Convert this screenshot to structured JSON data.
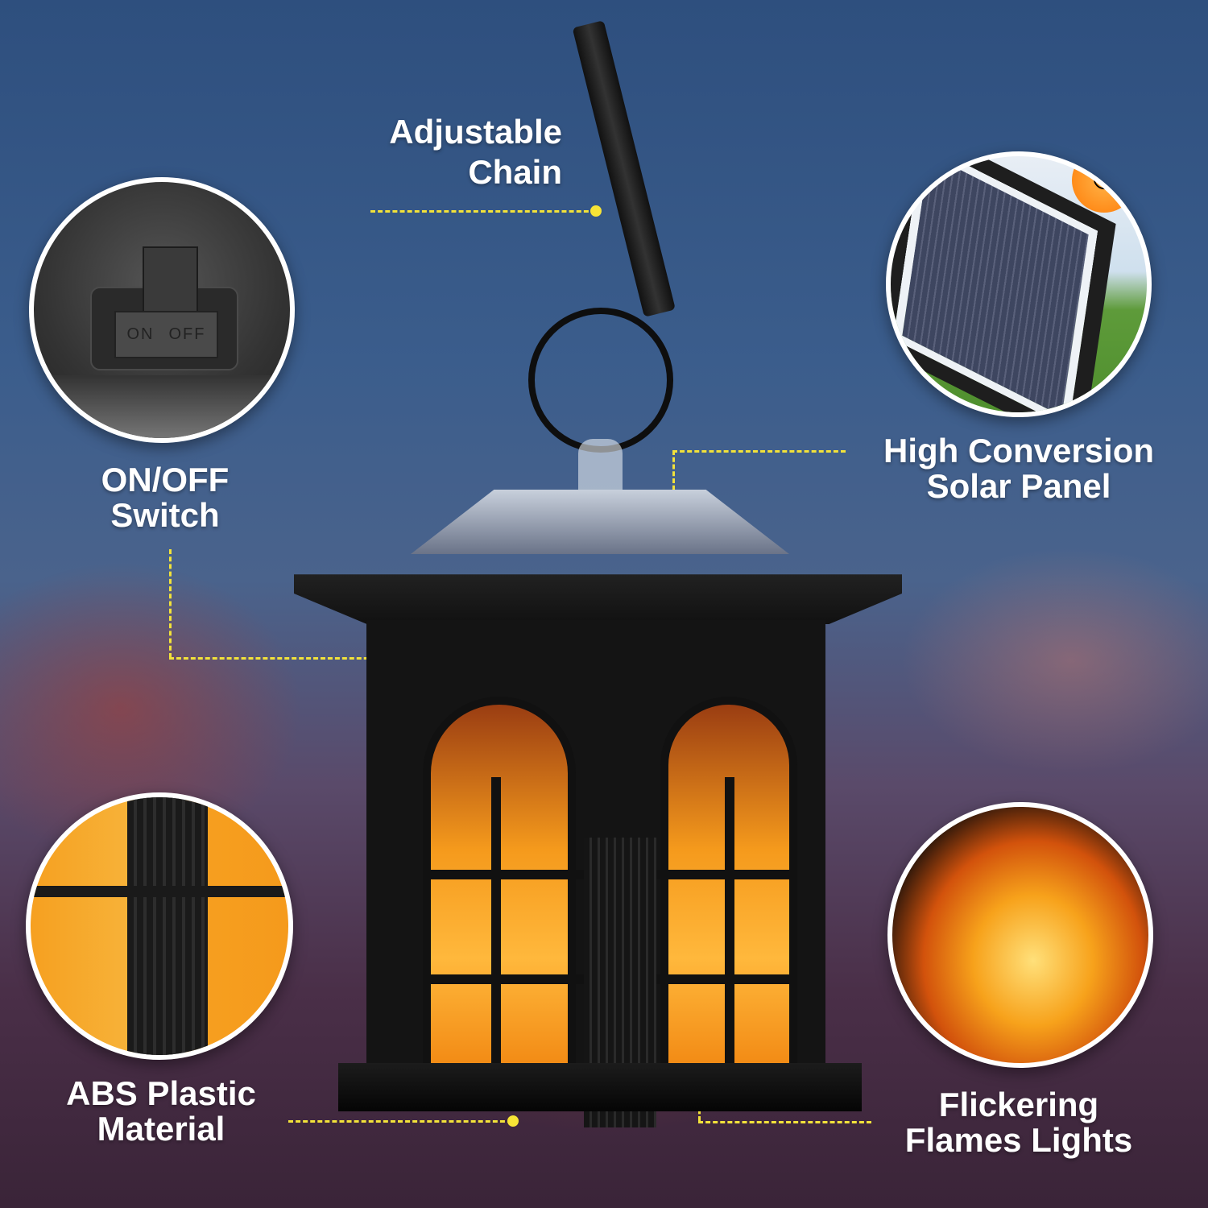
{
  "callouts": [
    {
      "id": "adjustable-chain",
      "line1": "Adjustable",
      "line2": "Chain"
    },
    {
      "id": "on-off-switch",
      "line1": "ON/OFF",
      "line2": "Switch"
    },
    {
      "id": "solar-panel",
      "line1": "High Conversion",
      "line2": "Solar Panel"
    },
    {
      "id": "abs-plastic",
      "line1": "ABS Plastic",
      "line2": "Material"
    },
    {
      "id": "flickering-flames",
      "line1": "Flickering",
      "line2": "Flames Lights"
    }
  ],
  "switch_detail": {
    "on_text": "ON",
    "off_text": "OFF"
  },
  "colors": {
    "accent_dash": "#f2e23a",
    "label_text": "#ffffff",
    "flame": "#f59a1c"
  }
}
